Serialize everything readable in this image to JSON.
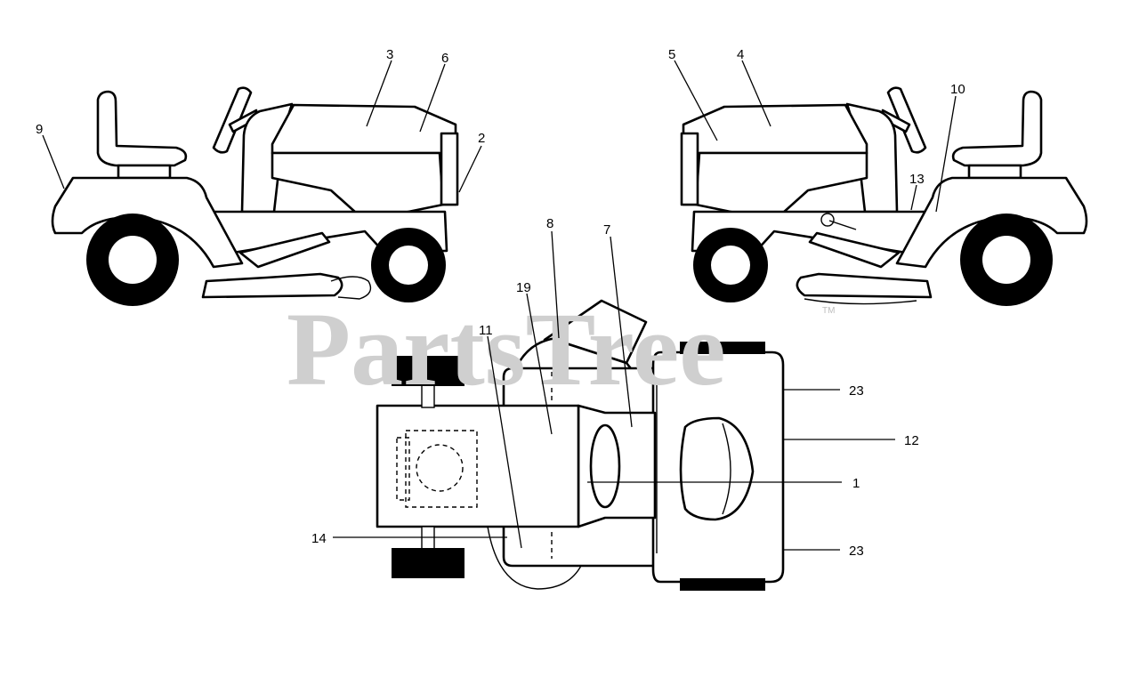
{
  "watermark": {
    "text": "PartsTree",
    "trademark": "TM"
  },
  "callouts": [
    {
      "id": "callout-1",
      "text": "1"
    },
    {
      "id": "callout-2",
      "text": "2"
    },
    {
      "id": "callout-3",
      "text": "3"
    },
    {
      "id": "callout-4",
      "text": "4"
    },
    {
      "id": "callout-5",
      "text": "5"
    },
    {
      "id": "callout-6",
      "text": "6"
    },
    {
      "id": "callout-7",
      "text": "7"
    },
    {
      "id": "callout-8",
      "text": "8"
    },
    {
      "id": "callout-9",
      "text": "9"
    },
    {
      "id": "callout-10",
      "text": "10"
    },
    {
      "id": "callout-11",
      "text": "11"
    },
    {
      "id": "callout-12",
      "text": "12"
    },
    {
      "id": "callout-13",
      "text": "13"
    },
    {
      "id": "callout-14",
      "text": "14"
    },
    {
      "id": "callout-19",
      "text": "19"
    },
    {
      "id": "callout-23-top",
      "text": "23"
    },
    {
      "id": "callout-23-bot",
      "text": "23"
    }
  ]
}
